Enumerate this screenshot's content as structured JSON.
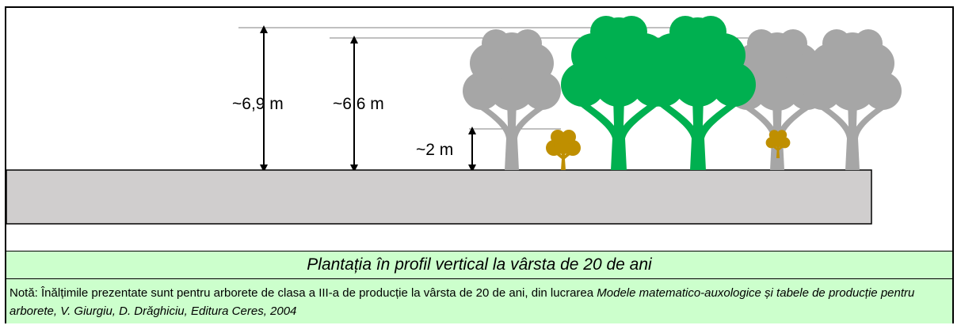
{
  "measurements": {
    "left_height": "~6,9 m",
    "mid_height": "~6,6 m",
    "shrub_height": "~2 m"
  },
  "caption": "Plantația în profil vertical la vârsta de 20 de ani",
  "note": {
    "prefix": "Notă: Înălțimile prezentate sunt pentru arborete de clasa a III-a de producție la vârsta de 20 de ani, din lucrarea ",
    "work_title": "Modele matematico-auxologice și tabele de producție pentru arborete, V. Giurgiu, D. Drăghiciu, Editura Ceres, 2004"
  },
  "colors": {
    "grey_tree": "#a6a6a6",
    "green_tree": "#00b050",
    "shrub": "#bf8f00",
    "ground": "#d0cece",
    "panel_bg": "#ccffcc"
  },
  "icons": [
    "grey-tree-icon",
    "green-tree-icon",
    "shrub-icon",
    "height-arrow-icon"
  ]
}
